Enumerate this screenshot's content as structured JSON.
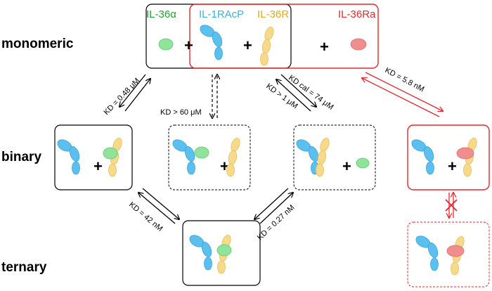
{
  "legend": {
    "il36a": "IL-36α",
    "il1racp": "IL-1RAcP",
    "il36r": "IL-36R",
    "il36ra": "IL-36Ra"
  },
  "rows": {
    "monomeric": "monomeric",
    "binary": "binary",
    "ternary": "ternary"
  },
  "kd_labels": {
    "kd1": "K<sub>D</sub> = 0.48 μM",
    "kd1_text": "KD = 0.48 μM",
    "kd2": "KD > 60 μM",
    "kd3a": "KD cal = 74 μM",
    "kd3b": "KD > 1 μM",
    "kd4": "KD = 5.8 nM",
    "kd5": "KD = 42 nM",
    "kd6": "KD = 0.27 nM"
  },
  "plus": "+",
  "colors": {
    "il36a": "#1fa52e",
    "il1racp": "#3ab0e2",
    "il36r": "#e8a818",
    "il36ra": "#e8262b",
    "blue_fill": "#5bc0ef",
    "green_fill": "#8fe39a",
    "yellow_fill": "#f7d98a",
    "red_fill": "#f08d8d",
    "red_line": "#e8262b"
  }
}
